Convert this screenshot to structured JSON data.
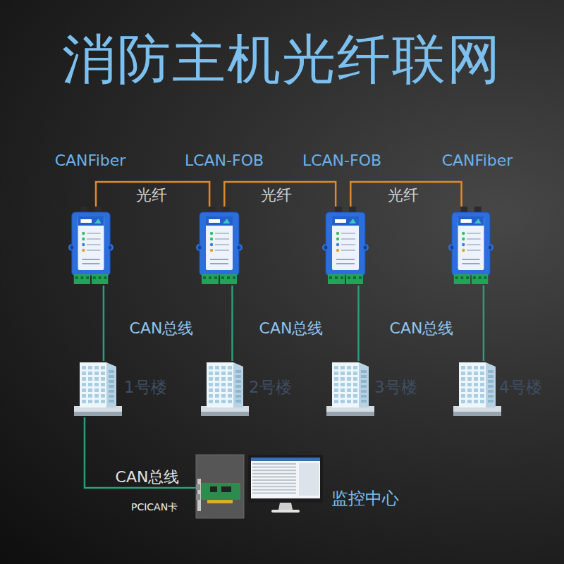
{
  "diagram": {
    "title": "消防主机光纤联网",
    "nodes": [
      {
        "text": [
          "CANFiber"
        ]
      },
      {
        "text": [
          "LCAN-FOB"
        ]
      },
      {
        "text": [
          "LCAN-FOB"
        ]
      },
      {
        "text": [
          "CANFiber"
        ]
      },
      {
        "text": [
          "1号楼"
        ]
      },
      {
        "text": [
          "2号楼"
        ]
      },
      {
        "text": [
          "3号楼"
        ]
      },
      {
        "text": [
          "4号楼"
        ]
      },
      {
        "text": [
          "PCICAN卡"
        ]
      },
      {
        "text": [
          "监控中心"
        ]
      }
    ],
    "edges": [
      {
        "from": 0,
        "to": 1,
        "arrow": "none",
        "label": "光纤"
      },
      {
        "from": 1,
        "to": 2,
        "arrow": "none",
        "label": "光纤"
      },
      {
        "from": 2,
        "to": 3,
        "arrow": "none",
        "label": "光纤"
      },
      {
        "from": 0,
        "to": 4,
        "arrow": "none",
        "label": "CAN总线"
      },
      {
        "from": 1,
        "to": 5,
        "arrow": "none",
        "label": "CAN总线"
      },
      {
        "from": 2,
        "to": 6,
        "arrow": "none",
        "label": "CAN总线"
      },
      {
        "from": 3,
        "to": 7,
        "arrow": "none"
      },
      {
        "from": 4,
        "to": 8,
        "arrow": "none",
        "label": "CAN总线"
      }
    ]
  }
}
